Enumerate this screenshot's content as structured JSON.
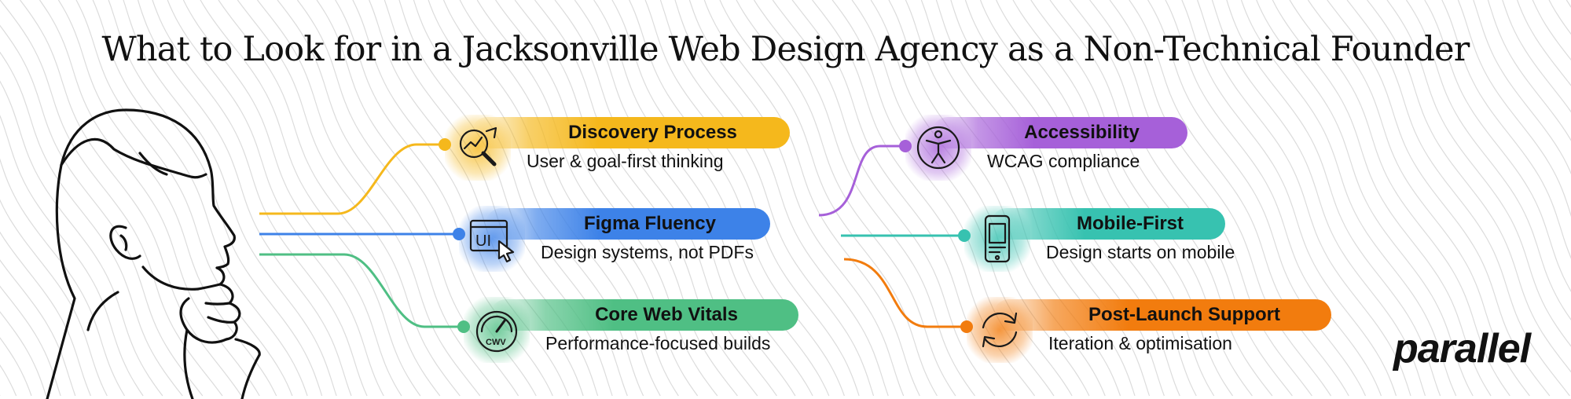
{
  "title": "What to Look for in a Jacksonville Web Design Agency as a Non-Technical Founder",
  "logo_text": "parallel",
  "items": [
    {
      "label": "Discovery Process",
      "description": "User & goal-first thinking",
      "color": "#f5b81c",
      "icon": "magnifier-growth-icon",
      "icon_text": ""
    },
    {
      "label": "Figma Fluency",
      "description": "Design systems, not PDFs",
      "color": "#3d82e8",
      "icon": "ui-window-cursor-icon",
      "icon_text": "UI"
    },
    {
      "label": "Core Web Vitals",
      "description": "Performance-focused builds",
      "color": "#4fbf84",
      "icon": "gauge-icon",
      "icon_text": "CWV"
    },
    {
      "label": "Accessibility",
      "description": "WCAG compliance",
      "color": "#a660d9",
      "icon": "accessibility-icon",
      "icon_text": ""
    },
    {
      "label": "Mobile-First",
      "description": "Design starts on mobile",
      "color": "#37c2b0",
      "icon": "smartphone-icon",
      "icon_text": ""
    },
    {
      "label": "Post-Launch Support",
      "description": "Iteration & optimisation",
      "color": "#f27c0e",
      "icon": "refresh-cycle-icon",
      "icon_text": ""
    }
  ],
  "colors": {
    "background": "#ffffff",
    "text": "#111111",
    "wave": "#dcdcdc",
    "figure_stroke": "#111111"
  }
}
